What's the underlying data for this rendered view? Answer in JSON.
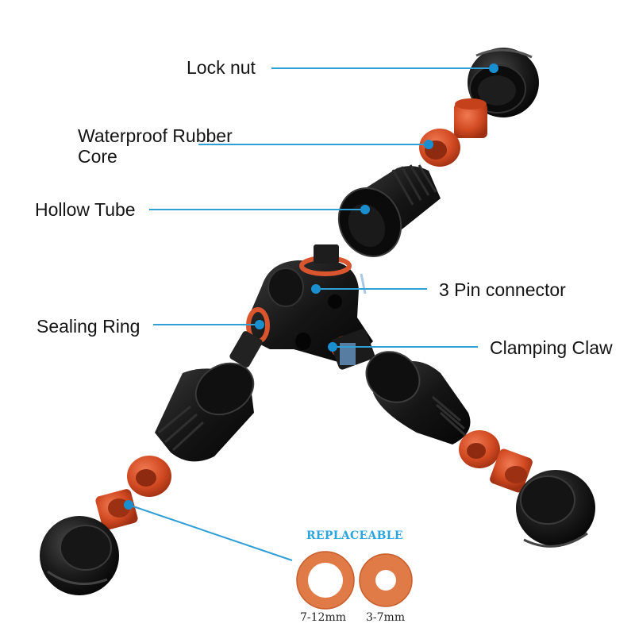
{
  "labels": {
    "lock_nut": "Lock nut",
    "rubber_core": "Waterproof Rubber Core",
    "hollow_tube": "Hollow Tube",
    "pin_connector": "3 Pin connector",
    "sealing_ring": "Sealing Ring",
    "clamping_claw": "Clamping Claw"
  },
  "replaceable": {
    "title": "REPLACEABLE",
    "sizes": [
      "7-12mm",
      "3-7mm"
    ]
  },
  "colors": {
    "callout_line": "#2f9fd6",
    "callout_dot": "#1a8fd0",
    "rubber": "#d9552e",
    "washer": "#e07a46",
    "plastic": "#141414",
    "badge": "#2aa5df"
  }
}
